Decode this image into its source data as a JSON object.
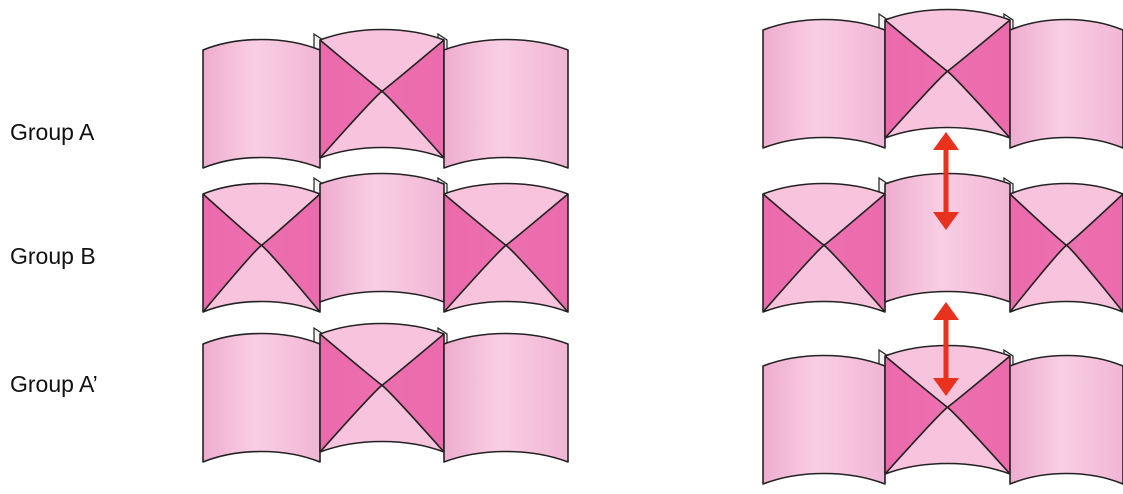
{
  "labels": {
    "group_a": "Group A",
    "group_b": "Group B",
    "group_a_prime": "Group A’"
  },
  "colors": {
    "light": "#f7c3dd",
    "light_edge": "#e79ec5",
    "medium": "#ef8fbe",
    "dark": "#ea5ea4",
    "top_tab": "#f2f2f2",
    "outline": "#222222",
    "arrow": "#e8321e"
  },
  "panels": [
    "left-stack",
    "right-stack"
  ],
  "rows": [
    {
      "group": "group_a",
      "pattern": [
        "plain",
        "crossed",
        "plain"
      ]
    },
    {
      "group": "group_b",
      "pattern": [
        "crossed",
        "plain",
        "crossed"
      ]
    },
    {
      "group": "group_a_prime",
      "pattern": [
        "plain",
        "crossed",
        "plain"
      ]
    }
  ],
  "arrows": [
    {
      "between": [
        "group_a",
        "group_b"
      ],
      "type": "double-headed"
    },
    {
      "between": [
        "group_b",
        "group_a_prime"
      ],
      "type": "double-headed"
    }
  ]
}
